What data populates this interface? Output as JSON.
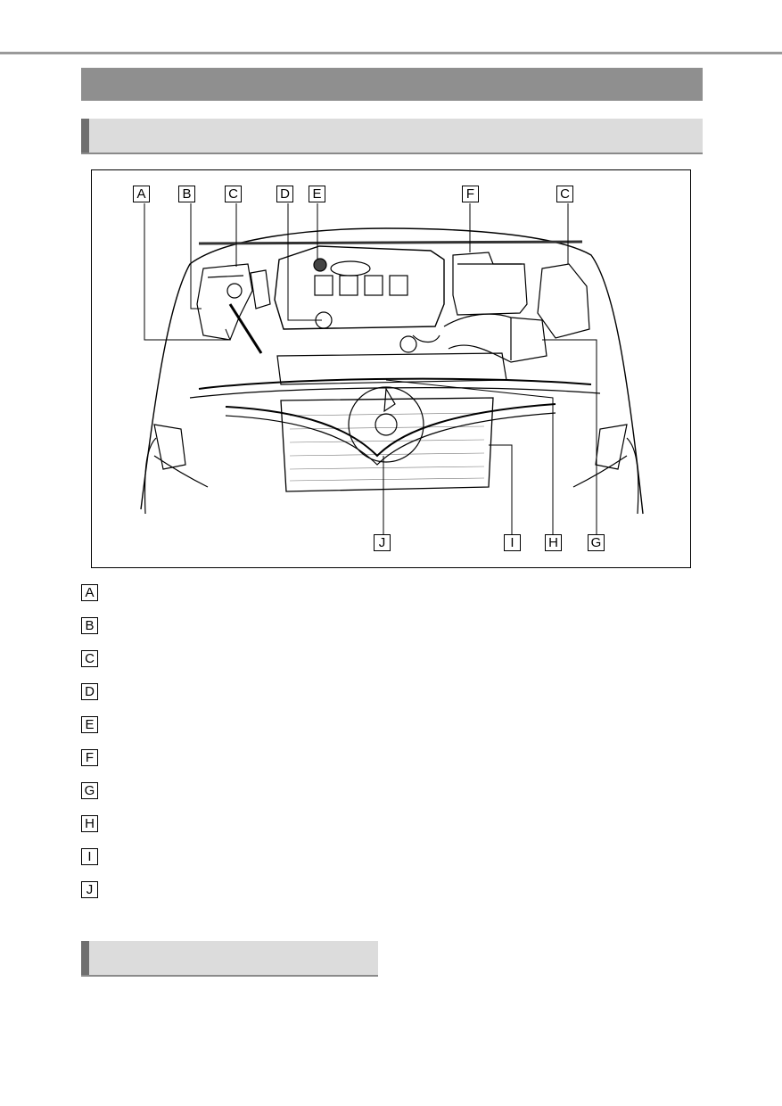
{
  "page": {
    "section_title": "",
    "subsection_1_title": "",
    "subsection_2_title": ""
  },
  "figure": {
    "callouts_top": [
      "A",
      "B",
      "C",
      "D",
      "E",
      "F",
      "C"
    ],
    "callouts_bottom": [
      "J",
      "I",
      "H",
      "G"
    ]
  },
  "legend": [
    {
      "key": "A",
      "text": ""
    },
    {
      "key": "B",
      "text": ""
    },
    {
      "key": "C",
      "text": ""
    },
    {
      "key": "D",
      "text": ""
    },
    {
      "key": "E",
      "text": ""
    },
    {
      "key": "F",
      "text": ""
    },
    {
      "key": "G",
      "text": ""
    },
    {
      "key": "H",
      "text": ""
    },
    {
      "key": "I",
      "text": ""
    },
    {
      "key": "J",
      "text": ""
    }
  ]
}
